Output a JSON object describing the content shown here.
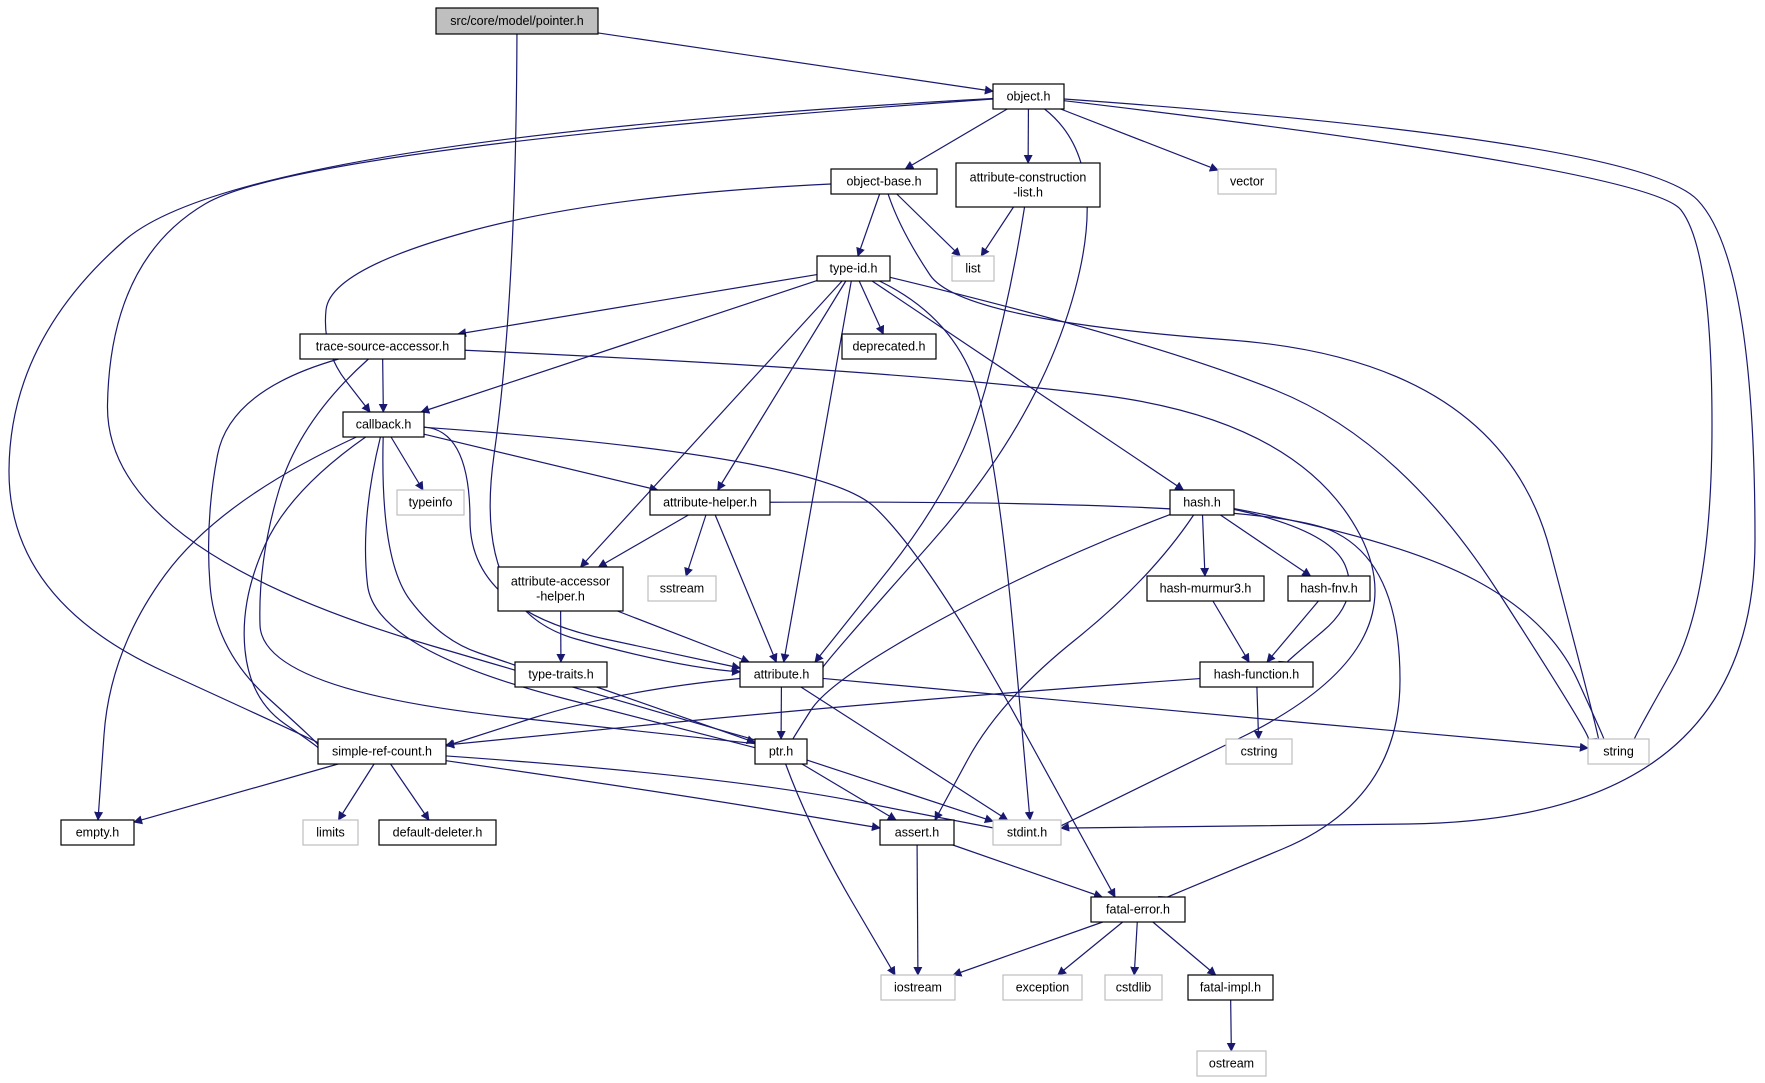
{
  "colors": {
    "edge": "#191970",
    "box_internal": "#000000",
    "box_external": "#bfbfbf",
    "box_root_fill": "#bfbfbf",
    "box_fill": "#ffffff"
  },
  "nodes": [
    {
      "id": "pointer",
      "lines": [
        "src/core/model/pointer.h"
      ],
      "kind": "root"
    },
    {
      "id": "object",
      "lines": [
        "object.h"
      ],
      "kind": "internal"
    },
    {
      "id": "objectbase",
      "lines": [
        "object-base.h"
      ],
      "kind": "internal"
    },
    {
      "id": "attrcons",
      "lines": [
        "attribute-construction",
        "-list.h"
      ],
      "kind": "internal"
    },
    {
      "id": "vector",
      "lines": [
        "vector"
      ],
      "kind": "external"
    },
    {
      "id": "list",
      "lines": [
        "list"
      ],
      "kind": "external"
    },
    {
      "id": "typeid",
      "lines": [
        "type-id.h"
      ],
      "kind": "internal"
    },
    {
      "id": "tracesrc",
      "lines": [
        "trace-source-accessor.h"
      ],
      "kind": "internal"
    },
    {
      "id": "deprecated",
      "lines": [
        "deprecated.h"
      ],
      "kind": "internal"
    },
    {
      "id": "callback",
      "lines": [
        "callback.h"
      ],
      "kind": "internal"
    },
    {
      "id": "typeinfo",
      "lines": [
        "typeinfo"
      ],
      "kind": "external"
    },
    {
      "id": "attrhelper",
      "lines": [
        "attribute-helper.h"
      ],
      "kind": "internal"
    },
    {
      "id": "hash",
      "lines": [
        "hash.h"
      ],
      "kind": "internal"
    },
    {
      "id": "attracc",
      "lines": [
        "attribute-accessor",
        "-helper.h"
      ],
      "kind": "internal"
    },
    {
      "id": "sstream",
      "lines": [
        "sstream"
      ],
      "kind": "external"
    },
    {
      "id": "murmur",
      "lines": [
        "hash-murmur3.h"
      ],
      "kind": "internal"
    },
    {
      "id": "fnv",
      "lines": [
        "hash-fnv.h"
      ],
      "kind": "internal"
    },
    {
      "id": "typetraits",
      "lines": [
        "type-traits.h"
      ],
      "kind": "internal"
    },
    {
      "id": "attribute",
      "lines": [
        "attribute.h"
      ],
      "kind": "internal"
    },
    {
      "id": "hashfunc",
      "lines": [
        "hash-function.h"
      ],
      "kind": "internal"
    },
    {
      "id": "simpleref",
      "lines": [
        "simple-ref-count.h"
      ],
      "kind": "internal"
    },
    {
      "id": "ptr",
      "lines": [
        "ptr.h"
      ],
      "kind": "internal"
    },
    {
      "id": "cstring",
      "lines": [
        "cstring"
      ],
      "kind": "external"
    },
    {
      "id": "string",
      "lines": [
        "string"
      ],
      "kind": "external"
    },
    {
      "id": "empty",
      "lines": [
        "empty.h"
      ],
      "kind": "internal"
    },
    {
      "id": "limits",
      "lines": [
        "limits"
      ],
      "kind": "external"
    },
    {
      "id": "defdel",
      "lines": [
        "default-deleter.h"
      ],
      "kind": "internal"
    },
    {
      "id": "assert",
      "lines": [
        "assert.h"
      ],
      "kind": "internal"
    },
    {
      "id": "stdint",
      "lines": [
        "stdint.h"
      ],
      "kind": "external"
    },
    {
      "id": "fatalerr",
      "lines": [
        "fatal-error.h"
      ],
      "kind": "internal"
    },
    {
      "id": "iostream",
      "lines": [
        "iostream"
      ],
      "kind": "external"
    },
    {
      "id": "exception",
      "lines": [
        "exception"
      ],
      "kind": "external"
    },
    {
      "id": "cstdlib",
      "lines": [
        "cstdlib"
      ],
      "kind": "external"
    },
    {
      "id": "fatalimpl",
      "lines": [
        "fatal-impl.h"
      ],
      "kind": "internal"
    },
    {
      "id": "ostream",
      "lines": [
        "ostream"
      ],
      "kind": "external"
    }
  ],
  "edges": [
    {
      "from": "pointer",
      "to": "object"
    },
    {
      "from": "pointer",
      "to": "attribute"
    },
    {
      "from": "object",
      "to": "objectbase"
    },
    {
      "from": "object",
      "to": "attrcons"
    },
    {
      "from": "object",
      "to": "vector"
    },
    {
      "from": "object",
      "to": "string"
    },
    {
      "from": "object",
      "to": "stdint"
    },
    {
      "from": "object",
      "to": "attribute"
    },
    {
      "from": "object",
      "to": "simpleref"
    },
    {
      "from": "object",
      "to": "ptr"
    },
    {
      "from": "objectbase",
      "to": "typeid"
    },
    {
      "from": "objectbase",
      "to": "list"
    },
    {
      "from": "objectbase",
      "to": "callback"
    },
    {
      "from": "objectbase",
      "to": "string"
    },
    {
      "from": "attrcons",
      "to": "list"
    },
    {
      "from": "attrcons",
      "to": "attribute"
    },
    {
      "from": "typeid",
      "to": "tracesrc"
    },
    {
      "from": "typeid",
      "to": "deprecated"
    },
    {
      "from": "typeid",
      "to": "callback"
    },
    {
      "from": "typeid",
      "to": "attrhelper"
    },
    {
      "from": "typeid",
      "to": "attracc"
    },
    {
      "from": "typeid",
      "to": "attribute"
    },
    {
      "from": "typeid",
      "to": "hash"
    },
    {
      "from": "typeid",
      "to": "stdint"
    },
    {
      "from": "typeid",
      "to": "string"
    },
    {
      "from": "tracesrc",
      "to": "callback"
    },
    {
      "from": "tracesrc",
      "to": "simpleref"
    },
    {
      "from": "tracesrc",
      "to": "ptr"
    },
    {
      "from": "tracesrc",
      "to": "stdint"
    },
    {
      "from": "callback",
      "to": "typeinfo"
    },
    {
      "from": "callback",
      "to": "attrhelper"
    },
    {
      "from": "callback",
      "to": "typetraits"
    },
    {
      "from": "callback",
      "to": "attribute"
    },
    {
      "from": "callback",
      "to": "simpleref"
    },
    {
      "from": "callback",
      "to": "ptr"
    },
    {
      "from": "callback",
      "to": "empty"
    },
    {
      "from": "callback",
      "to": "fatalerr"
    },
    {
      "from": "attrhelper",
      "to": "attracc"
    },
    {
      "from": "attrhelper",
      "to": "sstream"
    },
    {
      "from": "attrhelper",
      "to": "attribute"
    },
    {
      "from": "attrhelper",
      "to": "fatalerr"
    },
    {
      "from": "attracc",
      "to": "typetraits"
    },
    {
      "from": "attracc",
      "to": "attribute"
    },
    {
      "from": "hash",
      "to": "murmur"
    },
    {
      "from": "hash",
      "to": "fnv"
    },
    {
      "from": "hash",
      "to": "hashfunc"
    },
    {
      "from": "hash",
      "to": "ptr"
    },
    {
      "from": "hash",
      "to": "assert"
    },
    {
      "from": "hash",
      "to": "string"
    },
    {
      "from": "murmur",
      "to": "hashfunc"
    },
    {
      "from": "fnv",
      "to": "hashfunc"
    },
    {
      "from": "typetraits",
      "to": "ptr"
    },
    {
      "from": "attribute",
      "to": "ptr"
    },
    {
      "from": "attribute",
      "to": "simpleref"
    },
    {
      "from": "attribute",
      "to": "string"
    },
    {
      "from": "attribute",
      "to": "stdint"
    },
    {
      "from": "hashfunc",
      "to": "cstring"
    },
    {
      "from": "hashfunc",
      "to": "simpleref"
    },
    {
      "from": "simpleref",
      "to": "empty"
    },
    {
      "from": "simpleref",
      "to": "limits"
    },
    {
      "from": "simpleref",
      "to": "defdel"
    },
    {
      "from": "simpleref",
      "to": "assert"
    },
    {
      "from": "simpleref",
      "to": "stdint"
    },
    {
      "from": "ptr",
      "to": "assert"
    },
    {
      "from": "ptr",
      "to": "iostream"
    },
    {
      "from": "ptr",
      "to": "stdint"
    },
    {
      "from": "assert",
      "to": "iostream"
    },
    {
      "from": "assert",
      "to": "fatalerr"
    },
    {
      "from": "fatalerr",
      "to": "iostream"
    },
    {
      "from": "fatalerr",
      "to": "exception"
    },
    {
      "from": "fatalerr",
      "to": "cstdlib"
    },
    {
      "from": "fatalerr",
      "to": "fatalimpl"
    },
    {
      "from": "fatalimpl",
      "to": "ostream"
    }
  ]
}
